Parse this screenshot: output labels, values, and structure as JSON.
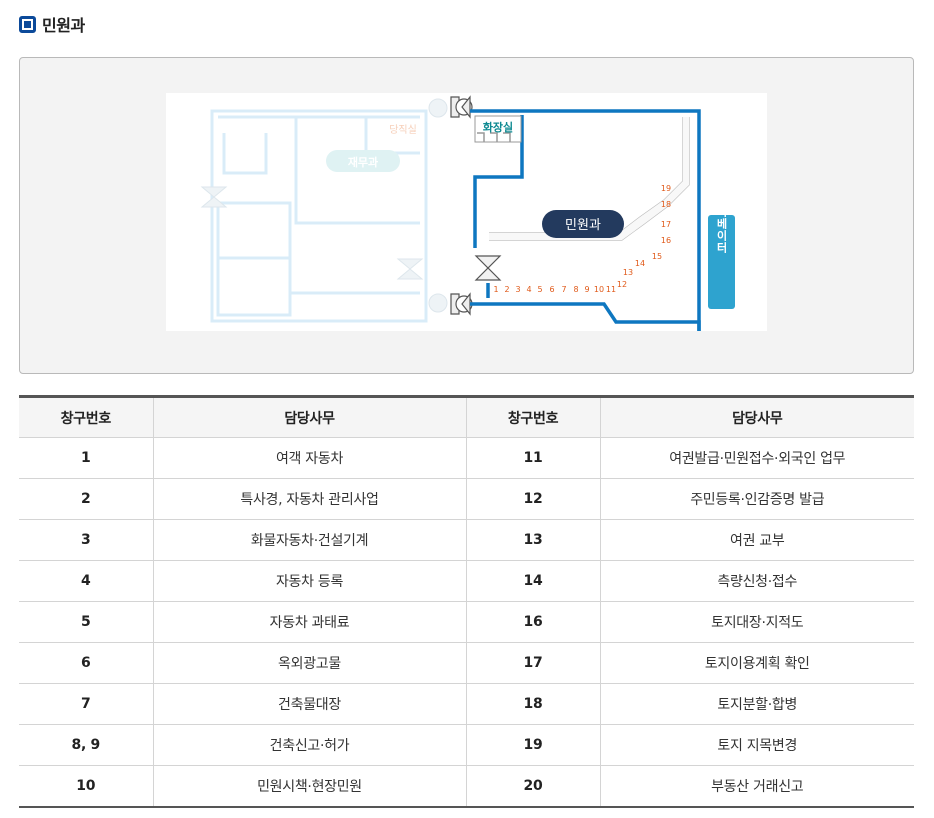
{
  "heading": {
    "title": "민원과"
  },
  "map": {
    "labels": {
      "office": "민원과",
      "restroom": "화장실",
      "elevator": "엘리베이터",
      "faded_room_1": "재무과",
      "faded_room_2": "당직실"
    },
    "windows": [
      "1",
      "2",
      "3",
      "4",
      "5",
      "6",
      "7",
      "8",
      "9",
      "10",
      "11",
      "12",
      "13",
      "14",
      "15",
      "16",
      "17",
      "18",
      "19"
    ],
    "colors": {
      "wall": "#0e77c0",
      "office_badge": "#233a5e",
      "elevator": "#2ea3cf",
      "restroom_text": "#0e8a92",
      "window_number": "#e05a1a"
    }
  },
  "table": {
    "headers": [
      "창구번호",
      "담당사무",
      "창구번호",
      "담당사무"
    ],
    "rows": [
      [
        "1",
        "여객 자동차",
        "11",
        "여권발급·민원접수·외국인 업무"
      ],
      [
        "2",
        "특사경, 자동차 관리사업",
        "12",
        "주민등록·인감증명 발급"
      ],
      [
        "3",
        "화물자동차·건설기계",
        "13",
        "여권 교부"
      ],
      [
        "4",
        "자동차 등록",
        "14",
        "측량신청·접수"
      ],
      [
        "5",
        "자동차 과태료",
        "16",
        "토지대장·지적도"
      ],
      [
        "6",
        "옥외광고물",
        "17",
        "토지이용계획 확인"
      ],
      [
        "7",
        "건축물대장",
        "18",
        "토지분할·합병"
      ],
      [
        "8, 9",
        "건축신고·허가",
        "19",
        "토지 지목변경"
      ],
      [
        "10",
        "민원시책·현장민원",
        "20",
        "부동산 거래신고"
      ]
    ]
  }
}
